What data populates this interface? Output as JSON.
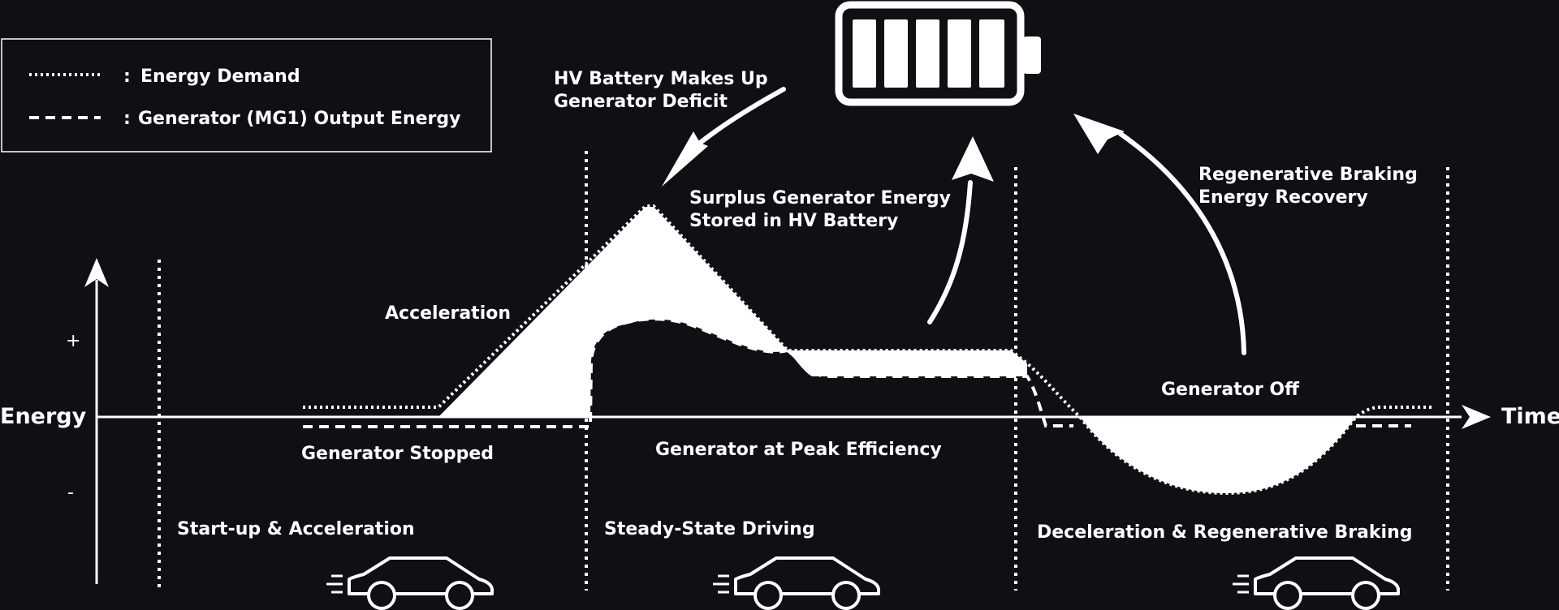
{
  "colors": {
    "background": "#0f0f14",
    "foreground": "#ffffff"
  },
  "legend": {
    "items": [
      {
        "line_style": "dotted",
        "separator": ":",
        "label": "Energy Demand"
      },
      {
        "line_style": "dashed",
        "separator": ":",
        "label": "Generator (MG1) Output Energy"
      }
    ]
  },
  "axes": {
    "y_label": "Energy",
    "x_label": "Time",
    "plus_sign": "+",
    "minus_sign": "-"
  },
  "annotations": {
    "battery_makes_up_line1": "HV Battery Makes Up",
    "battery_makes_up_line2": "Generator Deficit",
    "surplus_line1": "Surplus Generator Energy",
    "surplus_line2": "Stored in HV Battery",
    "regen_line1": "Regenerative Braking",
    "regen_line2": "Energy Recovery",
    "acceleration": "Acceleration",
    "generator_stopped": "Generator Stopped",
    "generator_peak": "Generator at Peak Efficiency",
    "generator_off": "Generator Off"
  },
  "phases": [
    {
      "label": "Start-up & Acceleration",
      "icon": "car-icon"
    },
    {
      "label": "Steady-State Driving",
      "icon": "car-icon"
    },
    {
      "label": "Deceleration & Regenerative Braking",
      "icon": "car-icon"
    }
  ],
  "icons": {
    "battery": "battery-icon",
    "car": "car-icon",
    "arrow": "curved-arrow-icon"
  }
}
